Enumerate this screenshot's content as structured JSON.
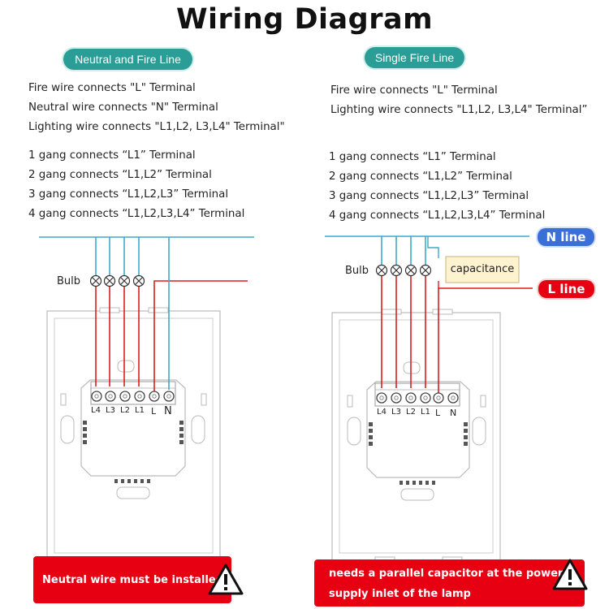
{
  "title": "Wiring Diagram",
  "left": {
    "tag": "Neutral and Fire Line",
    "lines": [
      "Fire wire connects \"L\" Terminal",
      "Neutral wire connects \"N\" Terminal",
      "Lighting wire connects \"L1,L2, L3,L4\" Terminal\""
    ],
    "gangs": [
      "1 gang connects  “L1”  Terminal",
      "2 gang connects  “L1,L2”  Terminal",
      "3 gang connects  “L1,L2,L3”  Terminal",
      "4 gang connects  “L1,L2,L3,L4”  Terminal"
    ],
    "bulb_label": "Bulb",
    "terminals": [
      "L4",
      "L3",
      "L2",
      "L1",
      "L",
      "N"
    ],
    "warning": "Neutral wire must be installed"
  },
  "right": {
    "tag": "Single Fire Line",
    "lines": [
      "Fire wire connects \"L\" Terminal",
      "Lighting wire connects \"L1,L2, L3,L4\" Terminal”"
    ],
    "gangs": [
      "1 gang connects  “L1”  Terminal",
      "2 gang connects  “L1,L2”  Terminal",
      "3 gang connects  “L1,L2,L3”  Terminal",
      "4 gang connects  “L1,L2,L3,L4”  Terminal"
    ],
    "bulb_label": "Bulb",
    "capacitor_label": "capacitance",
    "n_line_label": "N line",
    "l_line_label": "L line",
    "terminals": [
      "L4",
      "L3",
      "L2",
      "L1",
      "L",
      "N"
    ],
    "warning_line1": "needs a parallel capacitor at the power",
    "warning_line2": "supply inlet of the lamp"
  },
  "colors": {
    "teal_tag": "#2a9d96",
    "neutral_wire": "#3fa9c9",
    "fire_wire": "#d81e1e",
    "warning_red": "#e60012",
    "n_line_blue": "#3b6fd8",
    "capacitor_fill": "#fdf3cf"
  },
  "icons": [
    "warning-triangle-icon",
    "bulb-icon",
    "terminal-screw-icon"
  ]
}
